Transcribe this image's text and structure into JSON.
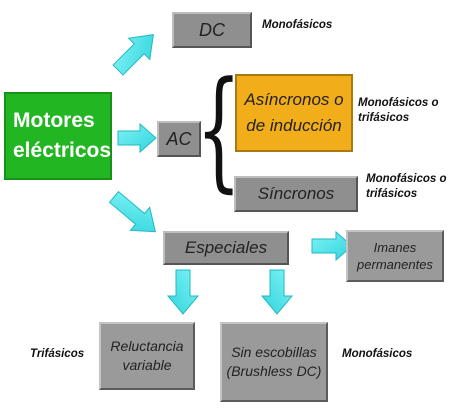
{
  "root": {
    "label": "Motores eléctricos"
  },
  "dc": {
    "label": "DC",
    "note": "Monofásicos"
  },
  "ac": {
    "label": "AC",
    "asincronos": {
      "label": "Asíncronos o de inducción",
      "note": "Monofásicos o trifásicos"
    },
    "sincronos": {
      "label": "Síncronos",
      "note": "Monofásicos o trifásicos"
    }
  },
  "especiales": {
    "label": "Especiales",
    "imanes": {
      "label": "Imanes permanentes"
    },
    "reluctancia": {
      "label": "Reluctancia variable",
      "note": "Trifásicos"
    },
    "brushless": {
      "label": "Sin escobillas (Brushless DC)",
      "note": "Monofásicos"
    }
  },
  "colors": {
    "root": "#22b622",
    "node": "#8f8f8f",
    "highlight": "#f2ad1b",
    "arrow": "#3fe0e6"
  }
}
